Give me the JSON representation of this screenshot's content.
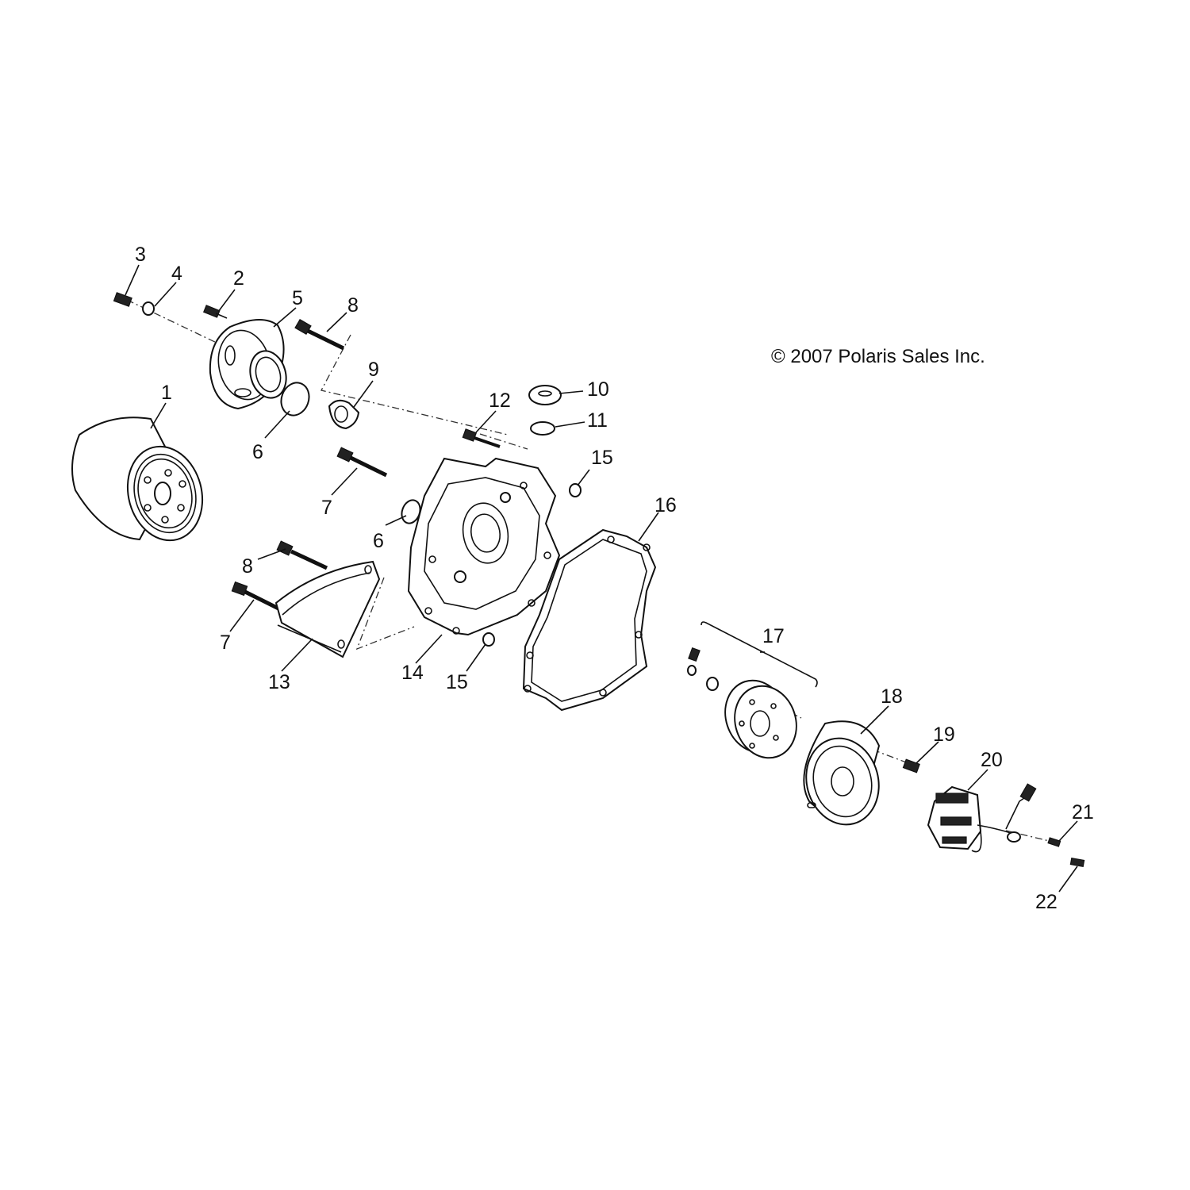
{
  "copyright": "© 2007 Polaris Sales Inc.",
  "callouts": [
    {
      "id": "c1",
      "label": "1"
    },
    {
      "id": "c2",
      "label": "2"
    },
    {
      "id": "c3",
      "label": "3"
    },
    {
      "id": "c4",
      "label": "4"
    },
    {
      "id": "c5",
      "label": "5"
    },
    {
      "id": "c6a",
      "label": "6"
    },
    {
      "id": "c6b",
      "label": "6"
    },
    {
      "id": "c7a",
      "label": "7"
    },
    {
      "id": "c7b",
      "label": "7"
    },
    {
      "id": "c8a",
      "label": "8"
    },
    {
      "id": "c8b",
      "label": "8"
    },
    {
      "id": "c9",
      "label": "9"
    },
    {
      "id": "c10",
      "label": "10"
    },
    {
      "id": "c11",
      "label": "11"
    },
    {
      "id": "c12",
      "label": "12"
    },
    {
      "id": "c13",
      "label": "13"
    },
    {
      "id": "c14",
      "label": "14"
    },
    {
      "id": "c15a",
      "label": "15"
    },
    {
      "id": "c15b",
      "label": "15"
    },
    {
      "id": "c16",
      "label": "16"
    },
    {
      "id": "c17",
      "label": "17"
    },
    {
      "id": "c18",
      "label": "18"
    },
    {
      "id": "c19",
      "label": "19"
    },
    {
      "id": "c20",
      "label": "20"
    },
    {
      "id": "c21",
      "label": "21"
    },
    {
      "id": "c22",
      "label": "22"
    }
  ]
}
